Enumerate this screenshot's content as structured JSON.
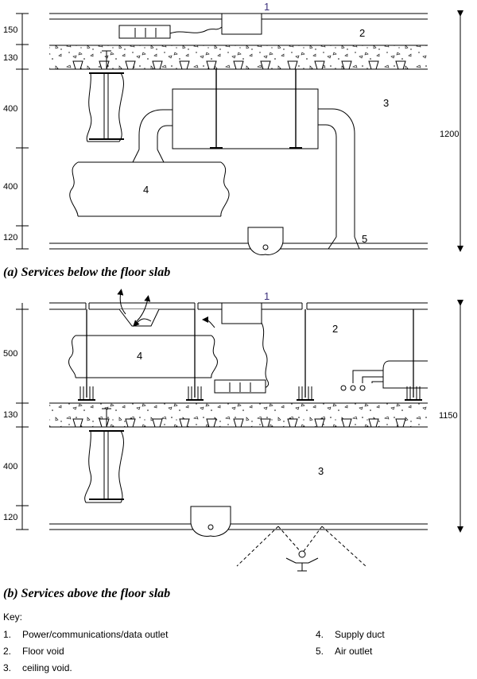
{
  "diagram_a": {
    "caption": "(a) Services below the floor slab",
    "labels": {
      "n1": "1",
      "n2": "2",
      "n3": "3",
      "n4": "4",
      "n5": "5"
    },
    "dims": {
      "d1": "150",
      "d2": "130",
      "d3": "400",
      "d4": "400",
      "d5": "120",
      "total": "1200"
    }
  },
  "diagram_b": {
    "caption": "(b) Services above the floor slab",
    "labels": {
      "n1": "1",
      "n2": "2",
      "n3": "3",
      "n4": "4"
    },
    "dims": {
      "d1": "500",
      "d2": "130",
      "d3": "400",
      "d4": "120",
      "total": "1150"
    }
  },
  "key": {
    "title": "Key:",
    "items": [
      {
        "num": "1.",
        "text": "Power/communications/data outlet"
      },
      {
        "num": "2.",
        "text": "Floor void"
      },
      {
        "num": "3.",
        "text": "ceiling void."
      },
      {
        "num": "4.",
        "text": "Supply duct"
      },
      {
        "num": "5.",
        "text": "Air outlet"
      }
    ]
  }
}
